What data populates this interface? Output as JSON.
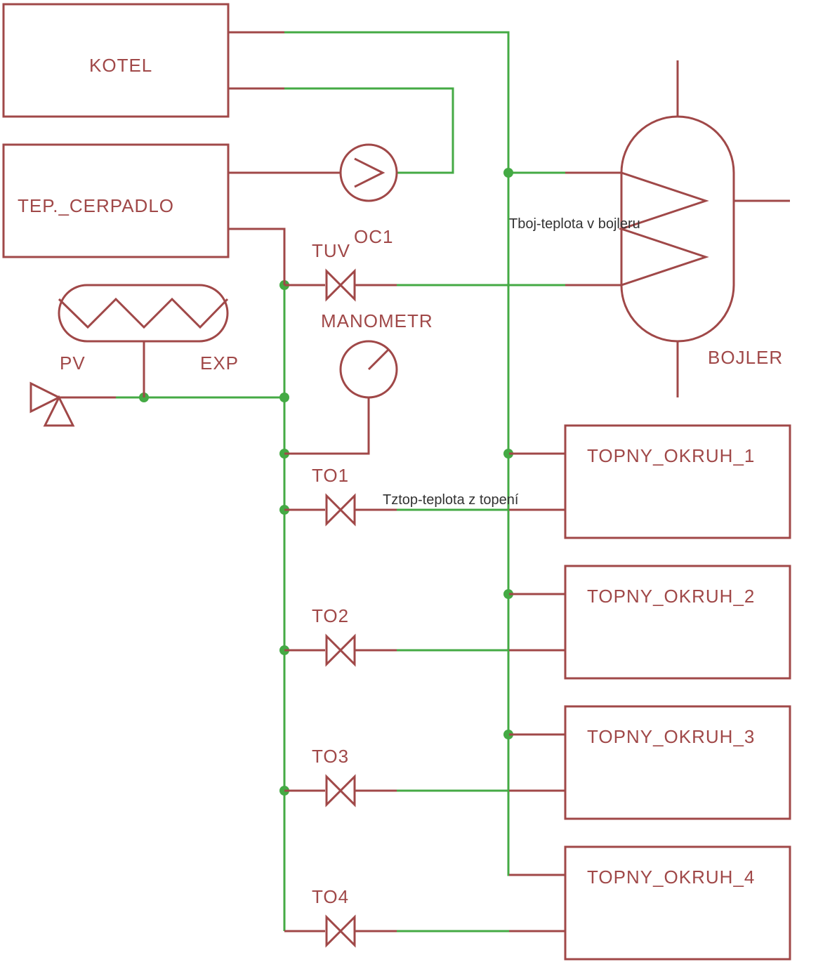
{
  "colors": {
    "symbol": "#a04848",
    "wire": "#44aa44",
    "junction": "#44aa44",
    "note_text": "#333333",
    "background": "#ffffff"
  },
  "components": {
    "kotel": "KOTEL",
    "tep_cerpadlo": "TEP._CERPADLO",
    "oc1": "OC1",
    "tuv": "TUV",
    "manometr": "MANOMETR",
    "pv": "PV",
    "exp": "EXP",
    "bojler": "BOJLER",
    "to1": "TO1",
    "to2": "TO2",
    "to3": "TO3",
    "to4": "TO4",
    "topny_okruh_1": "TOPNY_OKRUH_1",
    "topny_okruh_2": "TOPNY_OKRUH_2",
    "topny_okruh_3": "TOPNY_OKRUH_3",
    "topny_okruh_4": "TOPNY_OKRUH_4"
  },
  "annotations": {
    "tboj": "Tboj-teplota v bojleru",
    "tztop": "Tztop-teplota z topení"
  },
  "icons": [
    "pump-icon",
    "valve-icon",
    "gauge-icon",
    "tank-icon",
    "safety-valve-icon",
    "heat-exchanger-icon"
  ]
}
